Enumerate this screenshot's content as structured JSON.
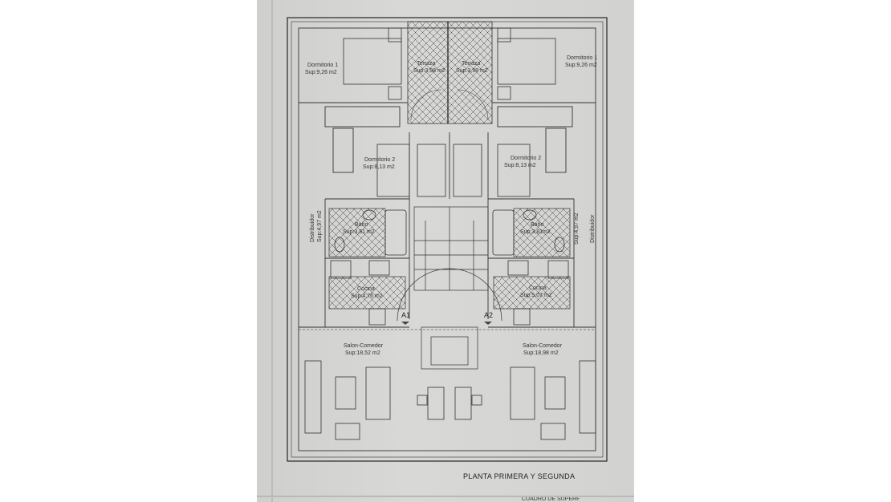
{
  "plan": {
    "title": "PLANTA PRIMERA Y SEGUNDA",
    "footer_fragment": "CUADRO DE SUPERF",
    "rooms": {
      "left_dorm1": {
        "name": "Dormitorio 1",
        "area": "Sup:9,26 m2"
      },
      "right_dorm1": {
        "name": "Dormitorio 1",
        "area": "Sup:9,26 m2"
      },
      "left_terrace": {
        "name": "Terraza",
        "area": "Sup:3,98 m2"
      },
      "right_terrace": {
        "name": "Terraza",
        "area": "Sup:3,98 m2"
      },
      "left_dorm2": {
        "name": "Dormitorio 2",
        "area": "Sup:8,13 m2"
      },
      "right_dorm2": {
        "name": "Dormitorio 2",
        "area": "Sup:8,13 m2"
      },
      "left_bath": {
        "name": "Baño",
        "area": "Sup:3,81 m2"
      },
      "right_bath": {
        "name": "Baño",
        "area": "Sup:3,81m2"
      },
      "left_dist": {
        "name": "Distribuidor",
        "area": "Sup:4,97 m2"
      },
      "right_dist": {
        "name": "Distribuidor",
        "area": "Sup:4,97 m2"
      },
      "left_kitchen": {
        "name": "Cocina",
        "area": "Sup:4,76 m2"
      },
      "right_kitchen": {
        "name": "Cocina",
        "area": "Sup:5,07 m2"
      },
      "left_living": {
        "name": "Salon-Comedor",
        "area": "Sup:18,52 m2"
      },
      "right_living": {
        "name": "Salon-Comedor",
        "area": "Sup:18,98 m2"
      }
    },
    "markers": {
      "a1": "A1",
      "a2": "A2"
    }
  }
}
